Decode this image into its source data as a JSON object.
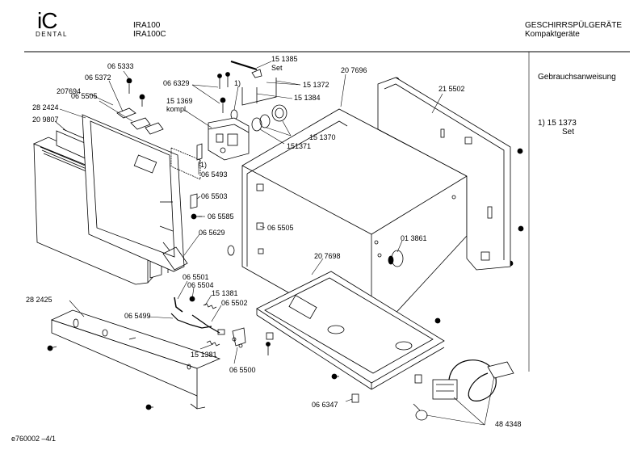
{
  "header": {
    "brand": "iC",
    "brand_sub": "DENTAL",
    "models": [
      "IRA100",
      "IRA100C"
    ],
    "category": "GESCHIRRSPÜLGERÄTE",
    "subcategory": "Kompaktgeräte"
  },
  "sidebar": {
    "manual": "Gebrauchsanweisung",
    "note_ref": "1) 15 1373",
    "note_set": "Set"
  },
  "footer": {
    "code": "e760002  –4/1"
  },
  "parts": {
    "p065333": "06 5333",
    "p065372": "06 5372",
    "p207694": "207694",
    "p065505a": "06 5505",
    "p282424": "28 2424",
    "p209807": "20 9807",
    "p066329": "06 6329",
    "p151385": "15 1385",
    "p151385set": "Set",
    "p151372": "15 1372",
    "p1": "1)",
    "p151384": "15 1384",
    "p151369": "15 1369",
    "p151369k": "kompl.",
    "p207696": "20 7696",
    "p215502": "21 5502",
    "p1b": "1)",
    "p065493": "06 5493",
    "p151370": "15 1370",
    "p151371": "151371",
    "p065503": "06 5503",
    "p065585": "06 5585",
    "p065505b": "06 5505",
    "p065629": "06 5629",
    "p013861": "01 3861",
    "p207698": "20 7698",
    "p065501": "06 5501",
    "p065504": "06 5504",
    "p151381a": "15 1381",
    "p065502": "06 5502",
    "p282425": "28 2425",
    "p065499": "06 5499",
    "p151381b": "15 1381",
    "p065500": "06 5500",
    "p066347": "06 6347",
    "p484348": "48 4348"
  }
}
